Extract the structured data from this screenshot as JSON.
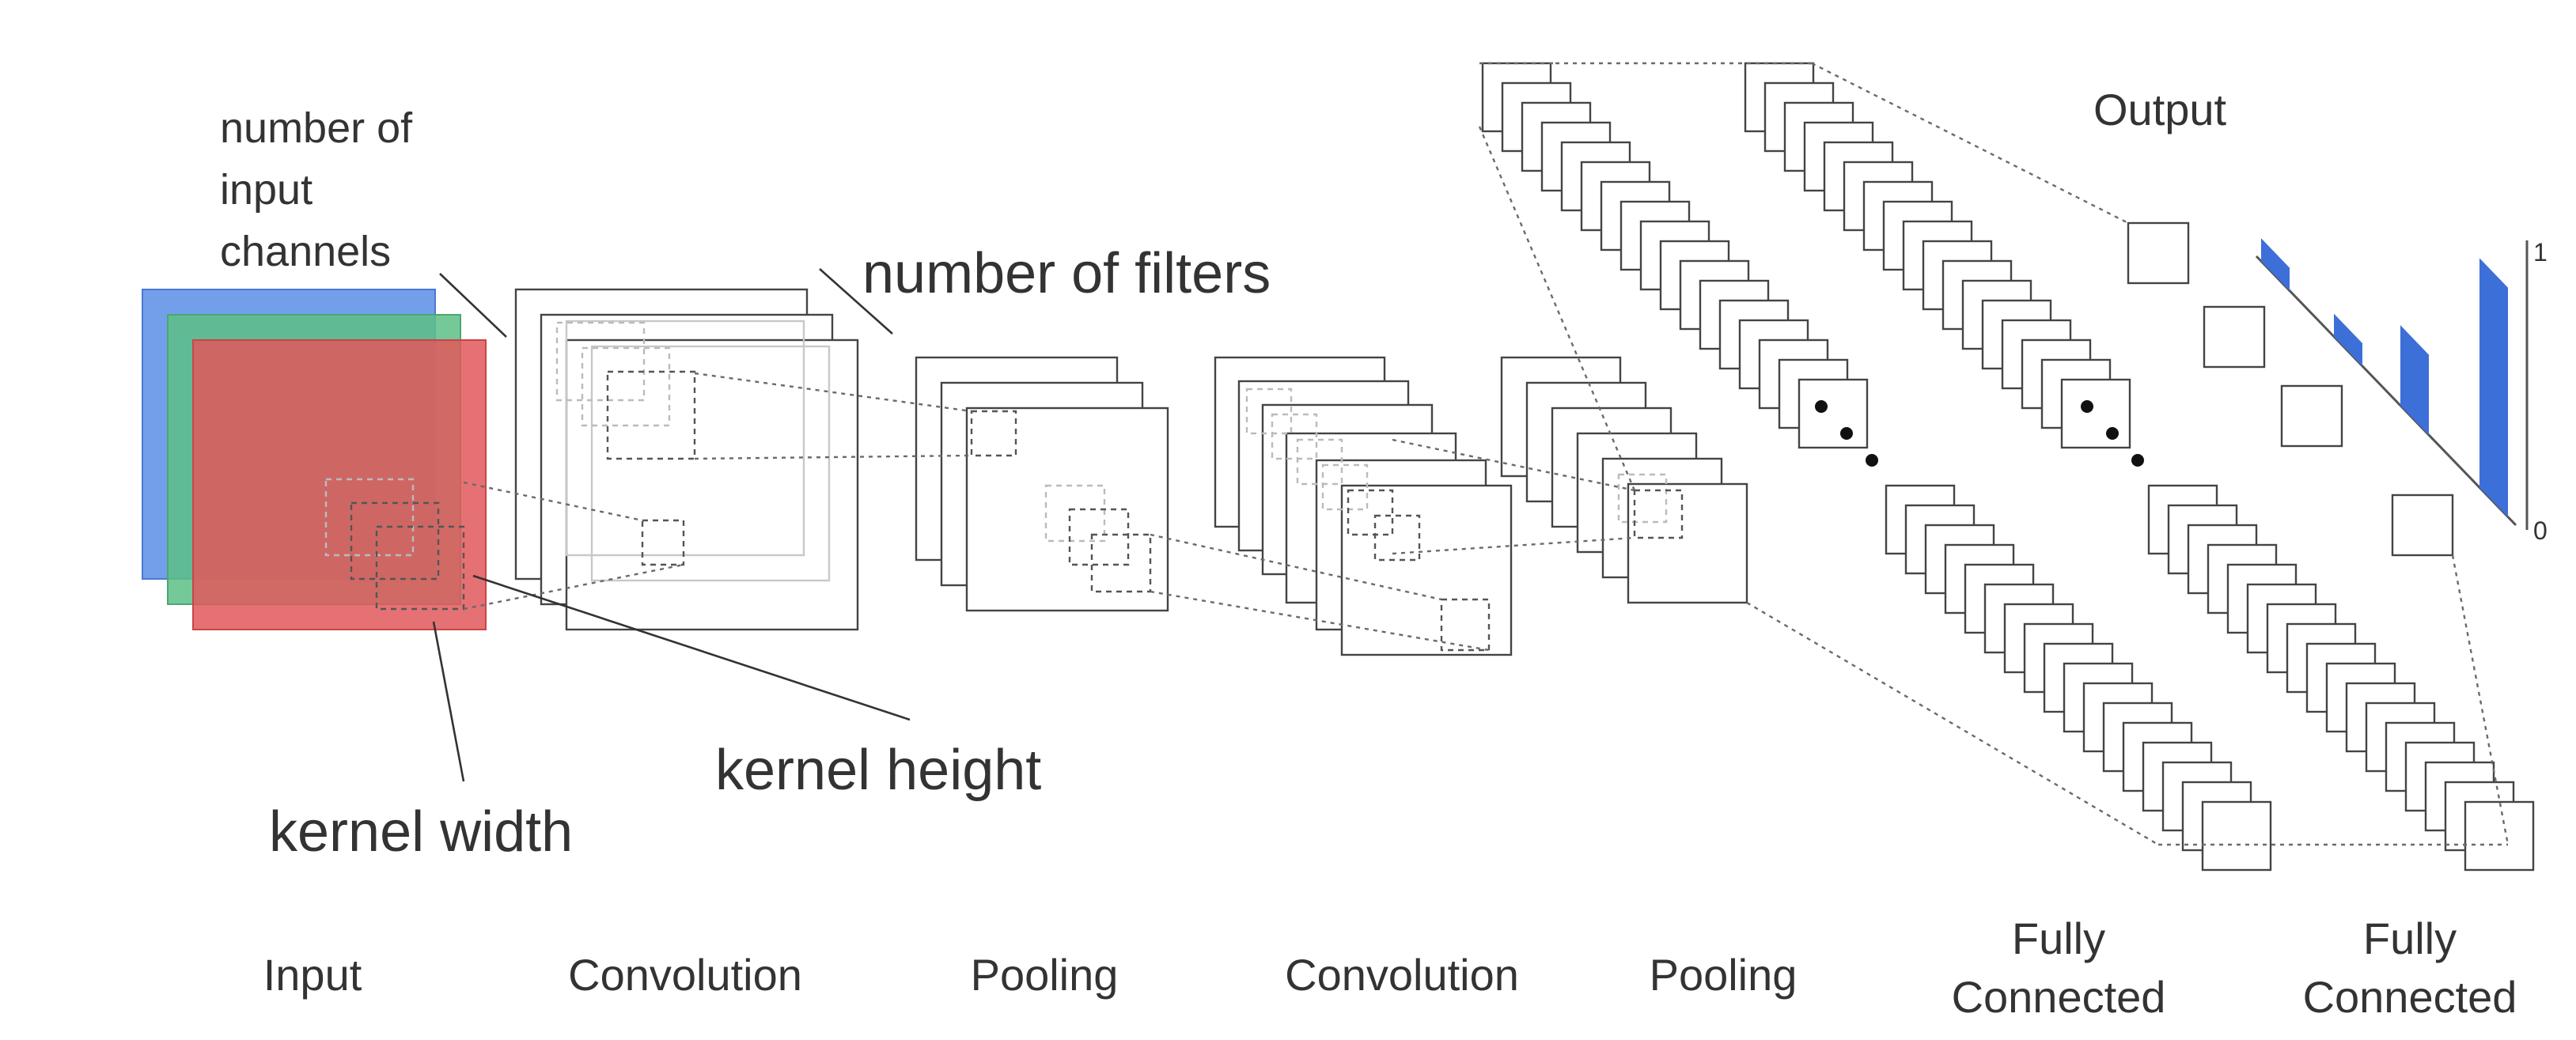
{
  "annotations": {
    "input_channels": [
      "number of",
      "input",
      "channels"
    ],
    "filters": "number of  filters",
    "kernel_height": "kernel height",
    "kernel_width": "kernel width",
    "output": "Output"
  },
  "stages": [
    {
      "lines": [
        "Input"
      ]
    },
    {
      "lines": [
        "Convolution"
      ]
    },
    {
      "lines": [
        "Pooling"
      ]
    },
    {
      "lines": [
        "Convolution"
      ]
    },
    {
      "lines": [
        "Pooling"
      ]
    },
    {
      "lines": [
        "Fully",
        "Connected"
      ]
    },
    {
      "lines": [
        "Fully",
        "Connected"
      ]
    }
  ],
  "output_axis": {
    "top": "1",
    "bottom": "0"
  },
  "output_values": [
    0.1,
    0.1,
    0.35,
    1.0
  ],
  "colors": {
    "channel_blue": "#5b8ee6",
    "channel_green": "#5dbf86",
    "channel_red": "#e2585c",
    "bar": "#3c6fd8",
    "stroke": "#444444"
  }
}
